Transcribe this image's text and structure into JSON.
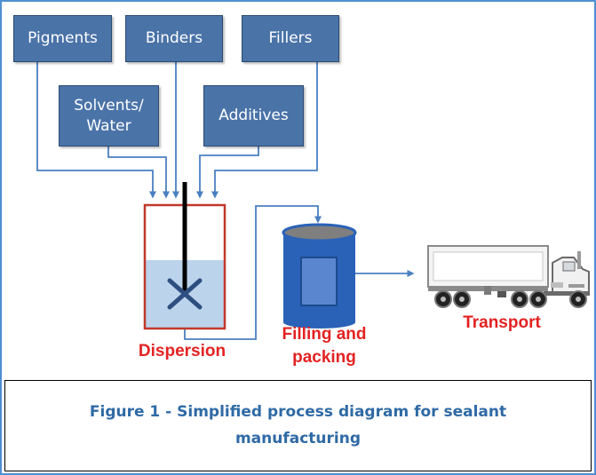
{
  "inputs": {
    "pigments": "Pigments",
    "binders": "Binders",
    "fillers": "Fillers",
    "solvents_line1": "Solvents/",
    "solvents_line2": "Water",
    "additives": "Additives"
  },
  "stages": {
    "dispersion": "Dispersion",
    "filling_line1": "Filling and",
    "filling_line2": "packing",
    "transport": "Transport"
  },
  "caption": "Figure 1 - Simplified process diagram for sealant manufacturing",
  "colors": {
    "input_box": "#4a73a8",
    "arrow": "#4a7fc0",
    "stage_label": "#e32222",
    "caption_text": "#2f6aa5",
    "tank_border": "#c0392b",
    "drum": "#2a62b8"
  },
  "icons": [
    "mixer-tank-icon",
    "drum-container-icon",
    "truck-icon"
  ]
}
